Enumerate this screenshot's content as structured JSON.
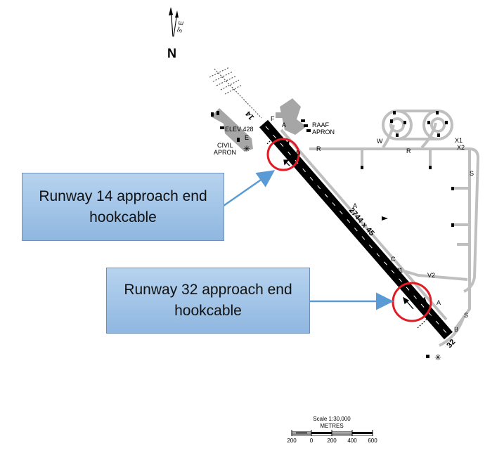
{
  "north": {
    "letter": "N",
    "variation": "3° E"
  },
  "labels": {
    "elev": "ELEV 428",
    "civil_apron_1": "CIVIL",
    "civil_apron_2": "APRON",
    "raaf_apron_1": "RAAF",
    "raaf_apron_2": "APRON",
    "runway_dims": "2744 x 45",
    "rwy_14": "14",
    "rwy_32": "32"
  },
  "taxiways": {
    "a": "A",
    "b": "B",
    "c": "C",
    "d": "D",
    "e": "E",
    "f": "F",
    "r": "R",
    "s": "S",
    "w": "W",
    "v1": "V1",
    "v2": "V2",
    "x1": "X1",
    "x2": "X2"
  },
  "callouts": {
    "rwy14": {
      "line1": "Runway 14 approach end",
      "line2": "hookcable"
    },
    "rwy32": {
      "line1": "Runway 32 approach end",
      "line2": "hookcable"
    }
  },
  "scale": {
    "title": "Scale 1:30,000",
    "unit": "METRES",
    "ticks": [
      "200",
      "0",
      "200",
      "400",
      "600"
    ]
  },
  "colors": {
    "runway": "#000000",
    "taxiway": "#bfbfbf",
    "apron": "#a6a6a6",
    "highlight": "#e01b24",
    "callout_border": "#6f8fb6",
    "arrow": "#5b9bd5"
  }
}
